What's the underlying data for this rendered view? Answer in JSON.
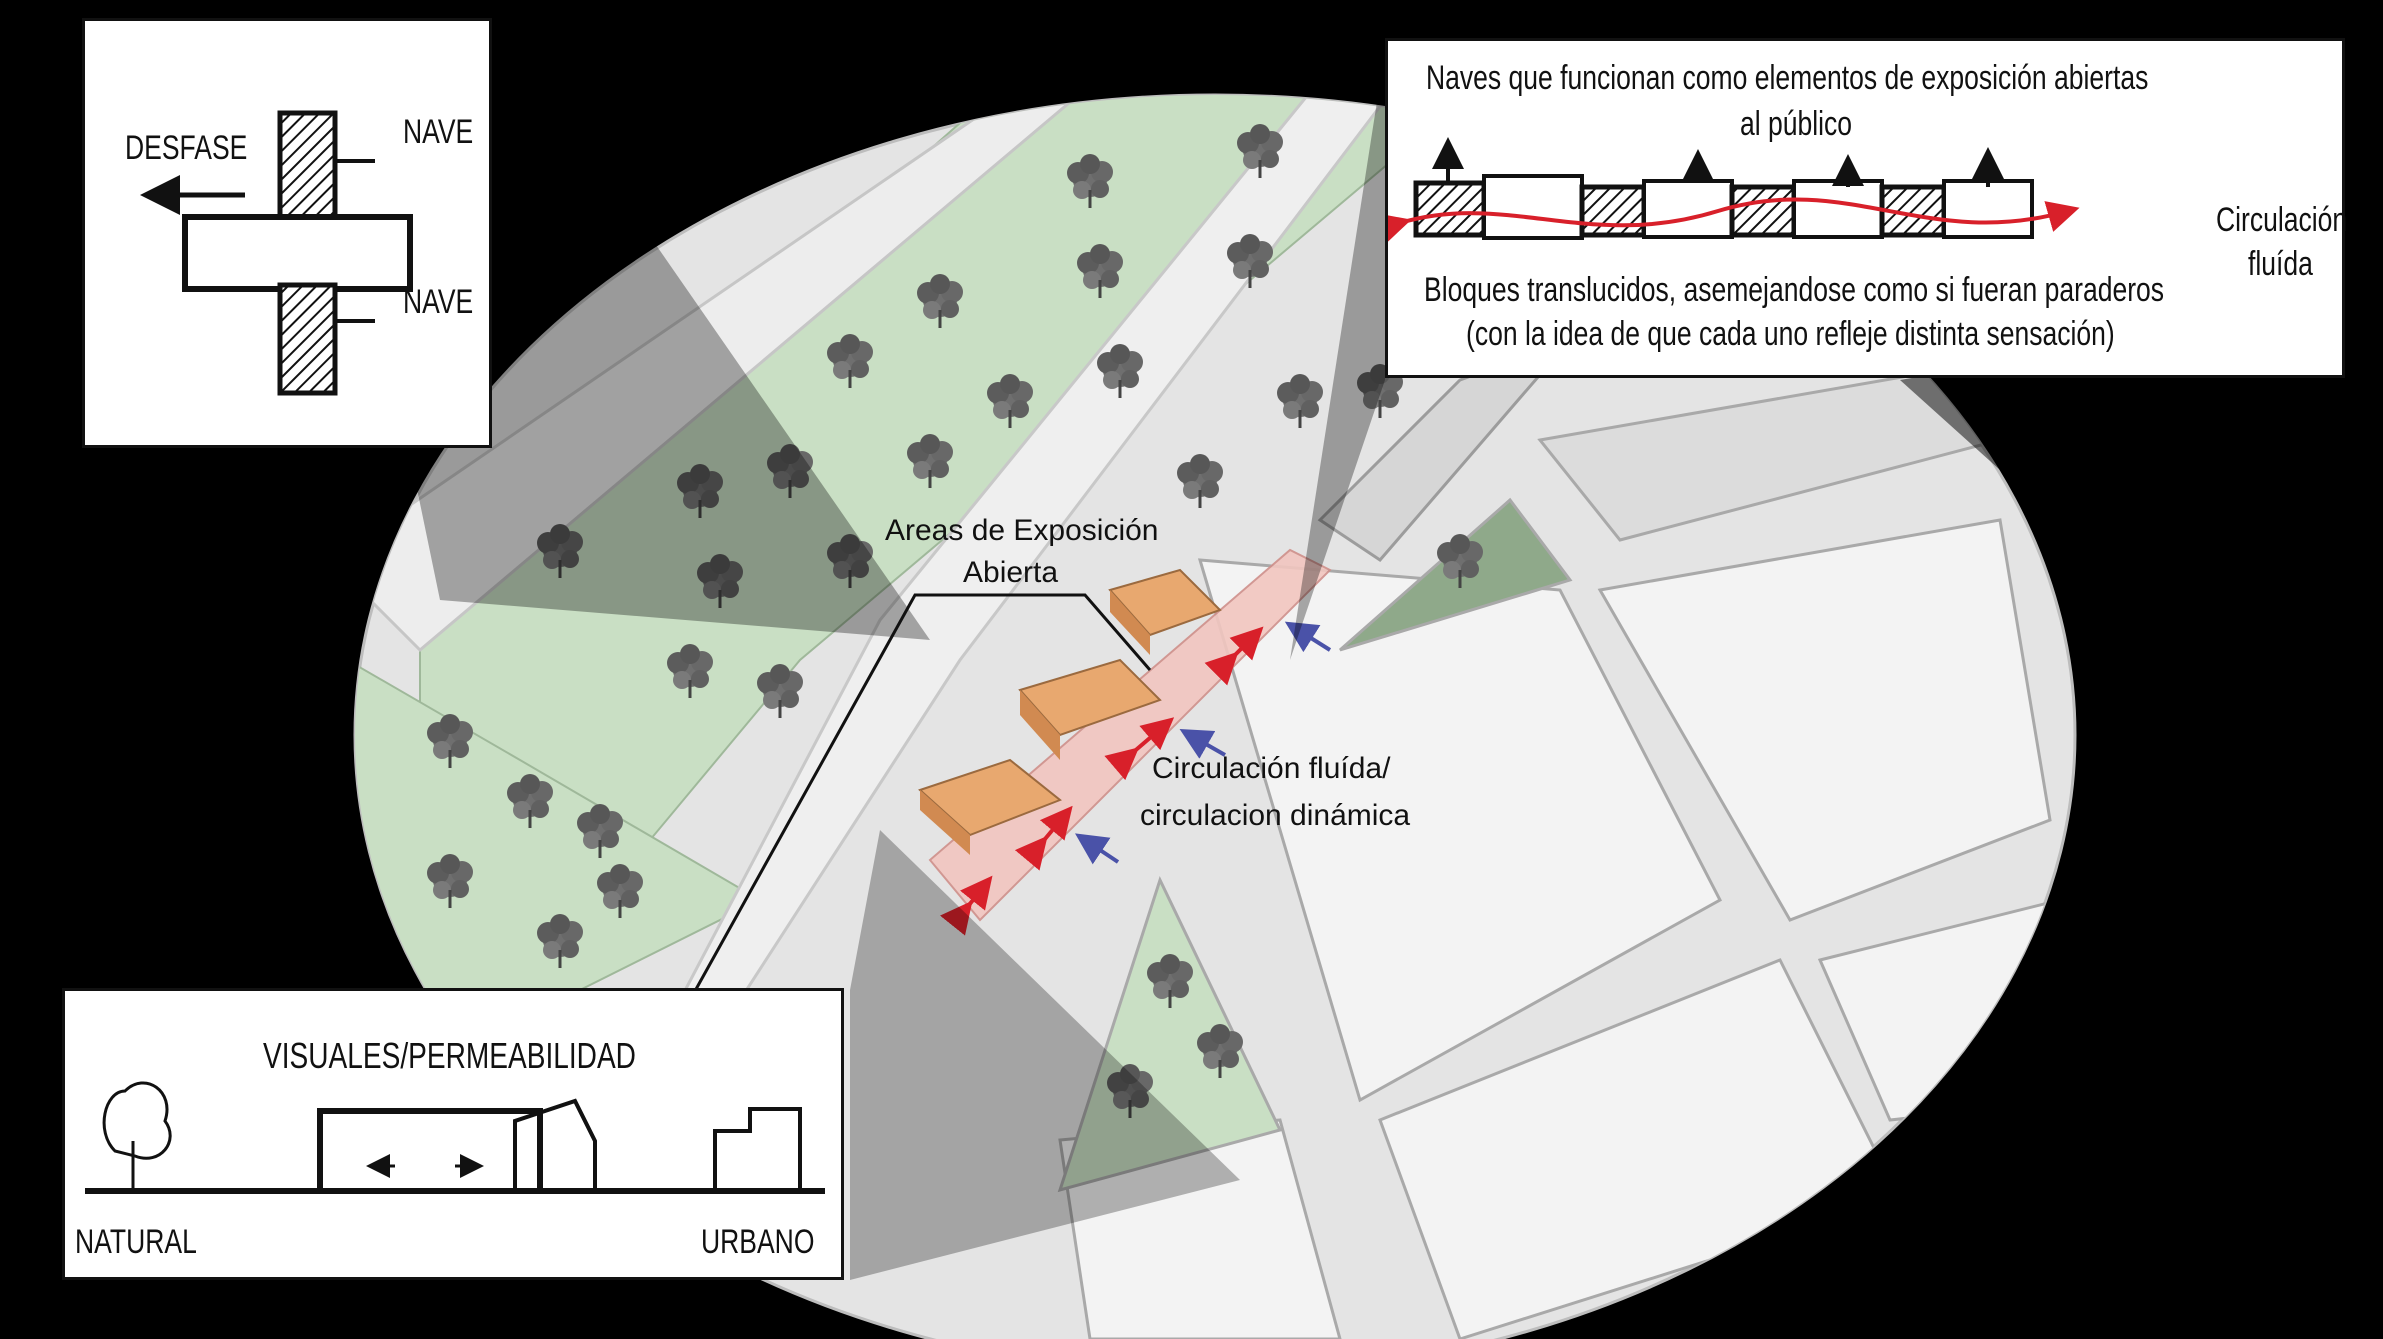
{
  "main_map": {
    "label_exhibition_line1": "Areas de Exposición",
    "label_exhibition_line2": "Abierta",
    "label_circulation_line1": "Circulación fluída/",
    "label_circulation_line2": "circulacion dinámica"
  },
  "inset_desfase": {
    "label_desfase": "DESFASE",
    "label_nave_top": "NAVE",
    "label_nave_bottom": "NAVE"
  },
  "inset_naves": {
    "title_line1": "Naves que funcionan como elementos de exposición abiertas",
    "title_line2": "al público",
    "label_circulation_line1": "Circulación",
    "label_circulation_line2": "fluída",
    "caption_line1": "Bloques translucidos, asemejandose como si fueran paraderos",
    "caption_line2": "(con la idea de que cada uno refleje distinta sensación)"
  },
  "inset_visuales": {
    "title": "VISUALES/PERMEABILIDAD",
    "label_natural": "NATURAL",
    "label_urbano": "URBANO"
  },
  "colors": {
    "background": "#000000",
    "green_area": "#c9dfc4",
    "block_orange": "#e8a86f",
    "walkway_pink": "#f2c6c0",
    "arrow_red": "#d8202a",
    "arrow_blue": "#4a52a8"
  }
}
